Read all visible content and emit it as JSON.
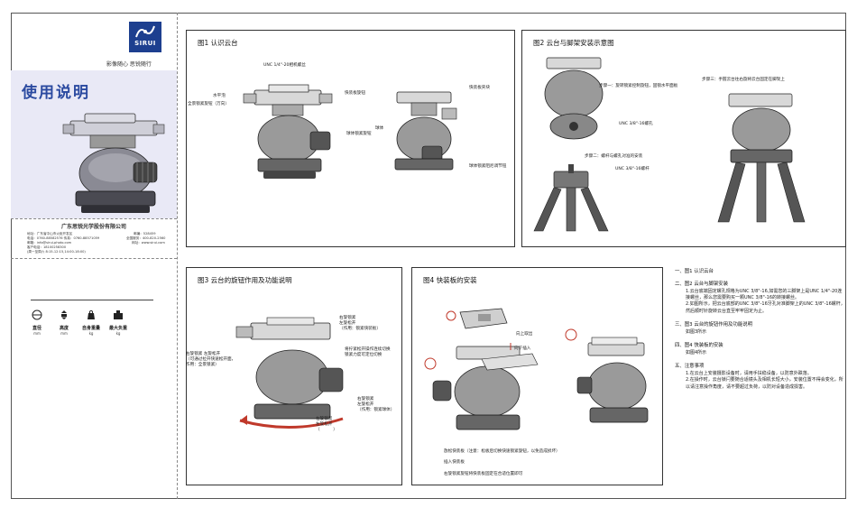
{
  "brand": {
    "logo_text": "SIRUI",
    "slogan": "影像随心 思锐随行",
    "title": "使用说明",
    "company": "广东思锐光学股份有限公司",
    "contact": [
      {
        "label": "地址：广东省中山市火炬开发区",
        "right": "邮编：528459"
      },
      {
        "label": "电话：0760-88582576  传真：0760-88571059",
        "right": "全国服务：400-820-2560"
      },
      {
        "label": "邮箱：info@sirui-photo.com",
        "right": "网址：www.sirui.com"
      },
      {
        "label": "客户电话：18100258300",
        "right": ""
      },
      {
        "label": "(周一至周六 8:15-12:15,14:00-18:00)",
        "right": ""
      }
    ]
  },
  "specs": [
    {
      "icon": "diameter-icon",
      "label": "直径",
      "unit": "mm"
    },
    {
      "icon": "height-icon",
      "label": "高度",
      "unit": "mm"
    },
    {
      "icon": "weight-icon",
      "label": "自身重量",
      "unit": "kg"
    },
    {
      "icon": "max-load-icon",
      "label": "最大负重",
      "unit": "kg"
    }
  ],
  "fig1": {
    "title": "图1 认识云台",
    "labels": {
      "unc": "UNC 1/4\"-20相机螺丝",
      "level": "水平泡",
      "pan_lock": "全景锁紧旋钮（万向）",
      "clamp_knob": "快装板旋钮",
      "clamp": "快装板夹块",
      "ball": "球体",
      "ball_lock": "球体锁紧旋钮",
      "damping": "球体锁紧阻尼调节钮"
    }
  },
  "fig2": {
    "title": "图2 云台与脚架安装示意图",
    "step1": "步骤一：旋转锁紧控制旋钮，固锁水平面板",
    "step2": "步骤二：螺杆与螺孔对准的安装",
    "step3": "步骤三：手握云台往右旋将云台固定在脚架上",
    "unc_hole": "UNC 3/8\"-16螺孔",
    "unc_rod": "UNC 3/8\"-16螺杆"
  },
  "fig3": {
    "title": "图3 云台的旋钮作用及功能说明",
    "labels": {
      "top_right": "右旋锁紧\n左旋松开\n（作用：锁紧快装板）",
      "left": "右旋锁紧 左旋松开\n（可通过拉开快速松开面，\n作用：全景锁紧）",
      "mid_right": "将拧紧松开操作连续切换\n锁紧力度可定位切换",
      "lower_right": "右旋锁紧\n左旋松开\n（作用：锁紧球体）",
      "bottom": "右旋锁紧\n左旋松开\n（          ）"
    }
  },
  "fig4": {
    "title": "图4 快装板的安装",
    "up": "向上取出",
    "down": "向下插入",
    "caption1": "放松快装板（注意：松板后切换快速锁紧旋钮，以免造成损坏）",
    "caption2": "插入快装板",
    "caption3": "右旋锁紧旋钮将快装板固定在合适位置即可"
  },
  "notes": [
    {
      "heading": "一、图1 认识云台",
      "paras": []
    },
    {
      "heading": "二、图2 云台与脚架安装",
      "paras": [
        "1.云台底端固定螺孔规格为UNC 3/8\"-16,如需您的三脚架上是UNC 1/4\"-20连接螺丝，那么您需要购买一颗UNC 3/8\"-16的转接螺丝。",
        "2.如图所示，把云台底部的UNC 3/8\"-16牙孔对准脚架上的UNC 3/8\"-16螺杆，然后顺时针旋转云台直至牢牢固定为止。"
      ]
    },
    {
      "heading": "三、图3 云台的旋钮作用及功能说明",
      "paras": [
        "如图3所示"
      ]
    },
    {
      "heading": "四、图4 快装板的安装",
      "paras": [
        "如图4所示"
      ]
    },
    {
      "heading": "五、注意事项",
      "paras": [
        "1.在云台上安装摄影设备时，请用手扶稳设备，以防意外跌落。",
        "2.在操作时，云台锁闩要随合适镜头及相机长短大小，安装位置不得会变化，所以请注意操作角度，请不要超过负荷，以防对设备造成损害。"
      ]
    }
  ],
  "colors": {
    "brand_blue": "#1d3f8f",
    "accent_red": "#c0392b",
    "cover_bg": "#e9e9f6"
  }
}
